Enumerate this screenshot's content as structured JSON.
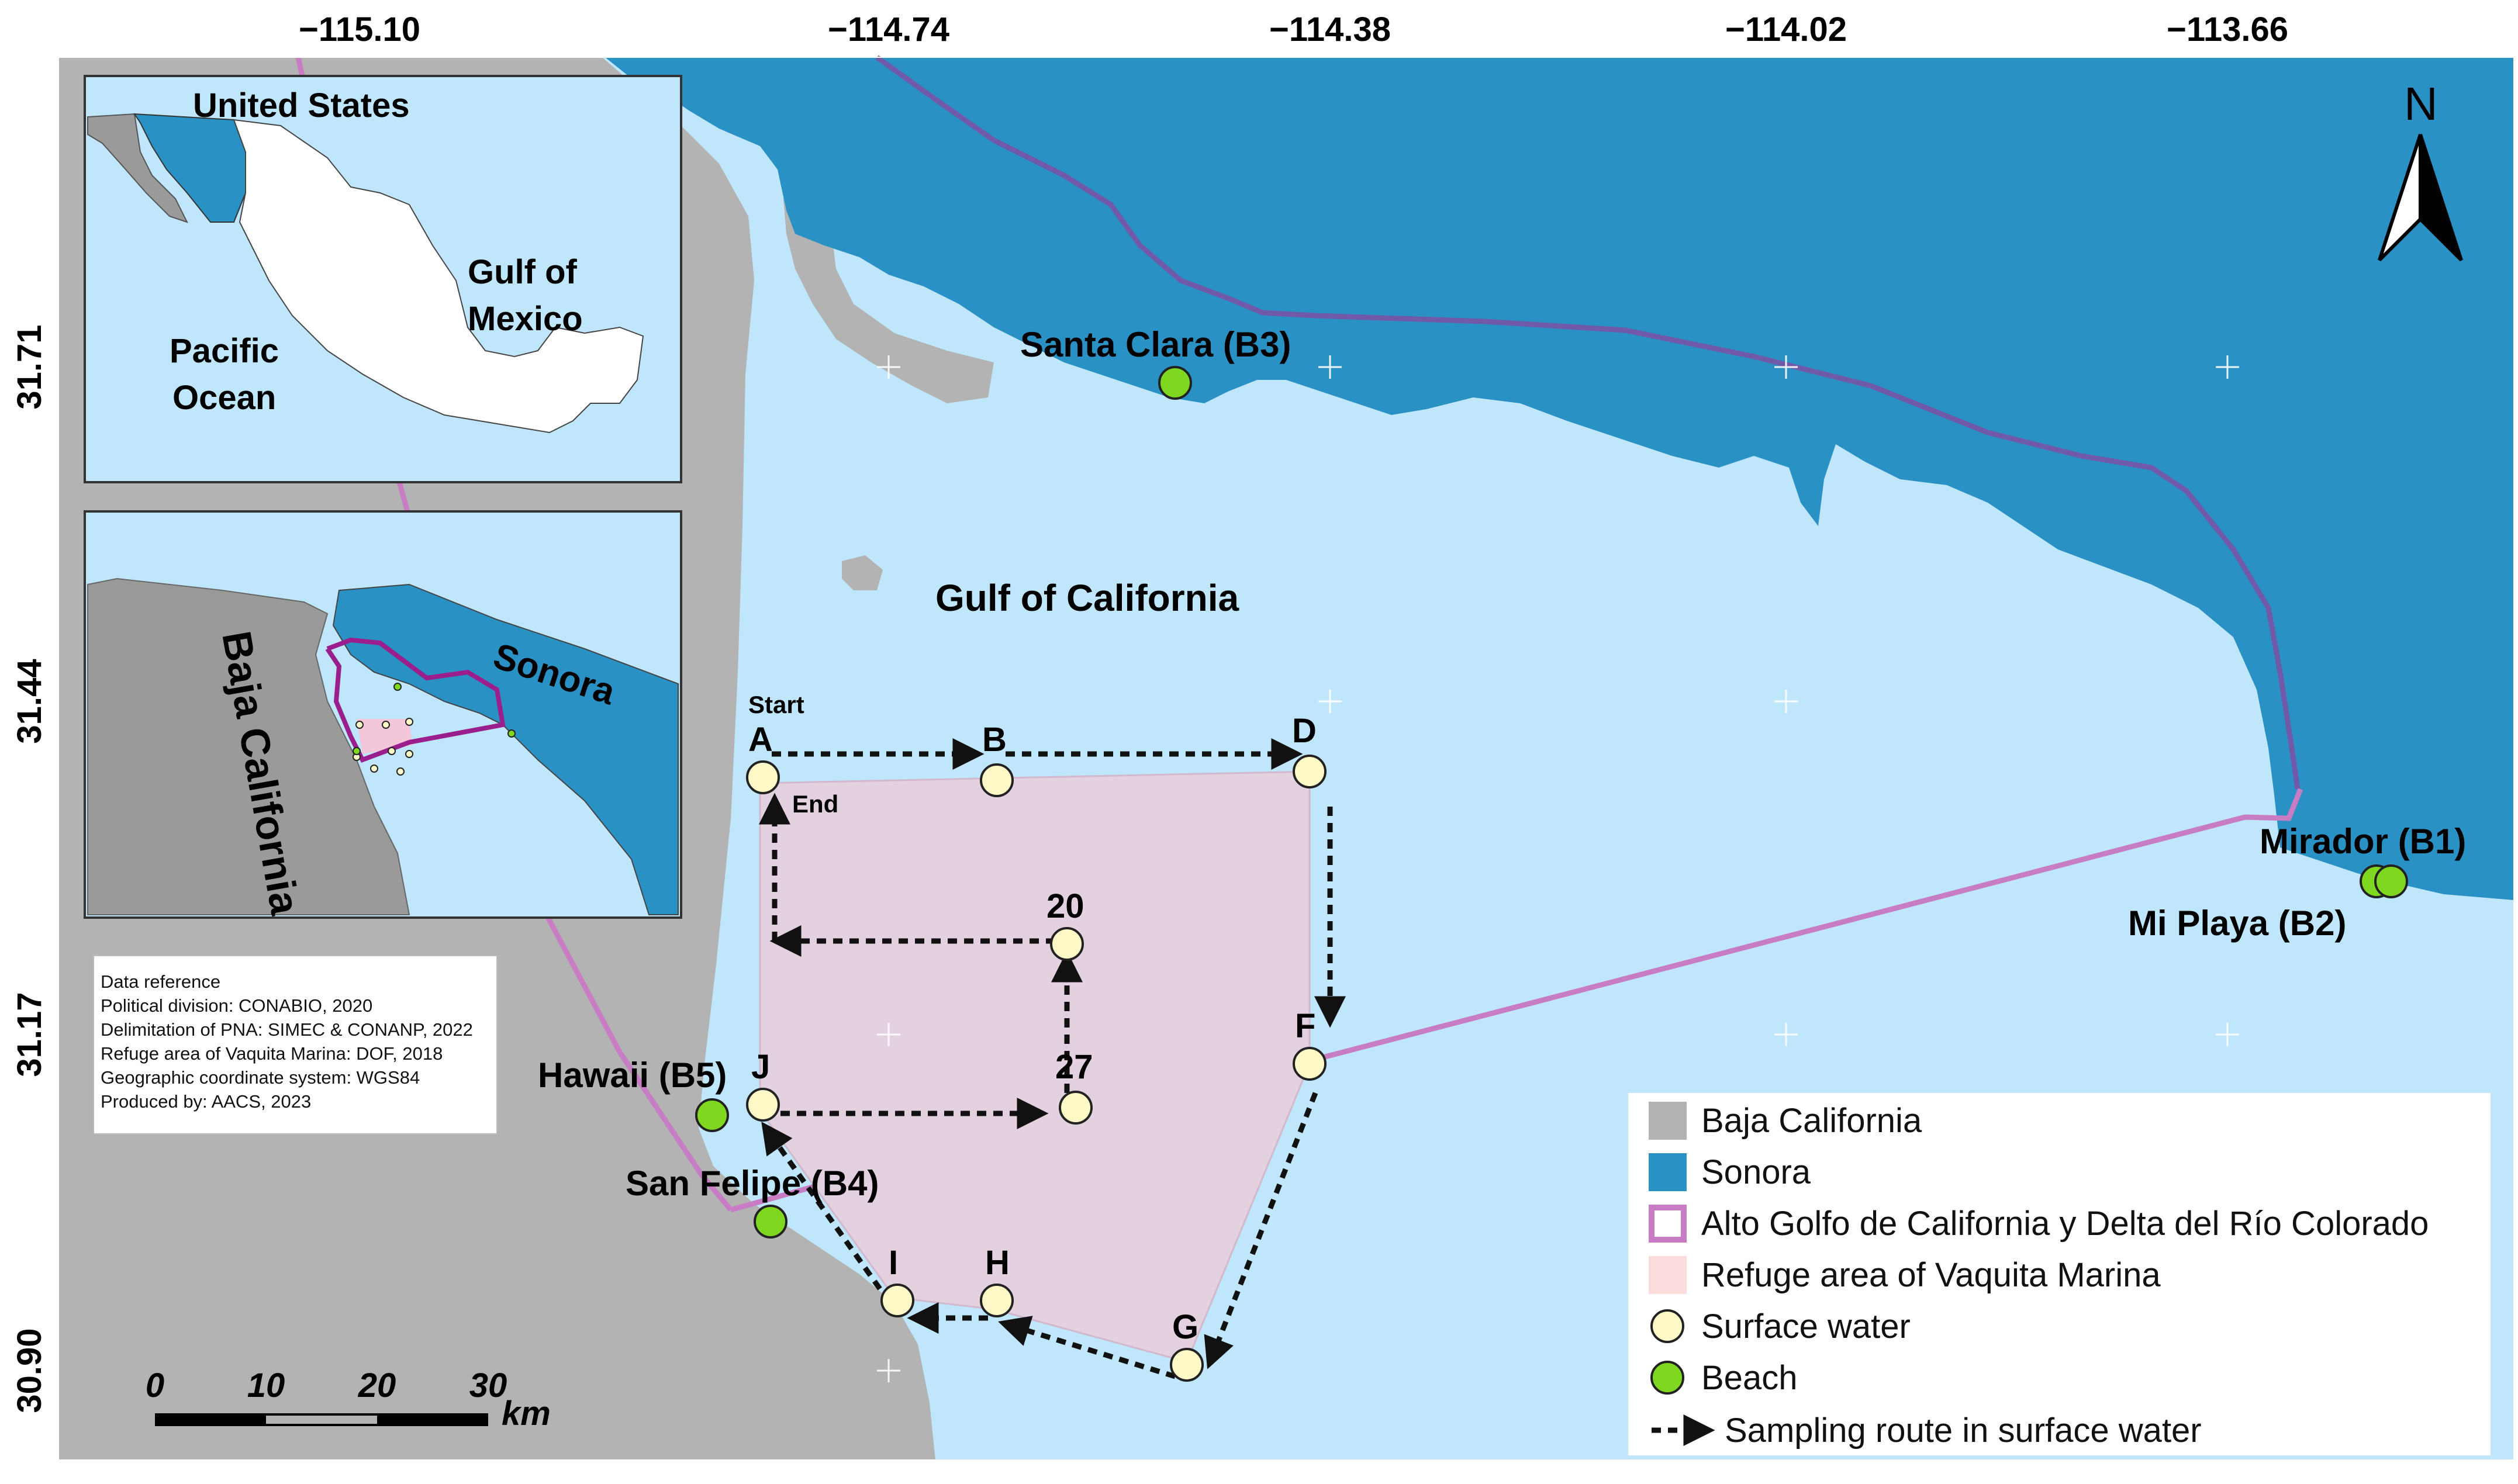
{
  "map": {
    "colors": {
      "sea": "#bfe6fa",
      "baja_california": "#b3b3b3",
      "sonora": "#2a91c5",
      "reserve_boundary": "#c87cc4",
      "refuge": "#e3d1df",
      "surface_water": "#fff9c8",
      "beach": "#7fd81f",
      "route": "#111111"
    },
    "longitude_labels": [
      "−115.10",
      "−114.74",
      "−114.38",
      "−114.02",
      "−113.66"
    ],
    "latitude_labels": [
      "31.71",
      "31.44",
      "31.17",
      "30.90"
    ],
    "north_label": "N",
    "sea_label": "Gulf of California",
    "start_label": "Start",
    "end_label": "End",
    "surface_sites": [
      "A",
      "B",
      "D",
      "20",
      "F",
      "J",
      "27",
      "I",
      "H",
      "G"
    ],
    "beach_sites": {
      "santa_clara": "Santa Clara (B3)",
      "mirador": "Mirador (B1)",
      "mi_playa": "Mi Playa (B2)",
      "hawaii": "Hawaii (B5)",
      "san_felipe": "San Felipe (B4)"
    }
  },
  "inset_country": {
    "labels": {
      "united_states": "United States",
      "gulf_of_mexico_line1": "Gulf of",
      "gulf_of_mexico_line2": "Mexico",
      "pacific_line1": "Pacific",
      "pacific_line2": "Ocean"
    }
  },
  "inset_region": {
    "labels": {
      "baja_california": "Baja California",
      "sonora": "Sonora"
    }
  },
  "data_reference": {
    "lines": [
      "Data reference",
      "Political division: CONABIO, 2020",
      "Delimitation of PNA: SIMEC & CONANP, 2022",
      "Refuge area of Vaquita Marina: DOF, 2018",
      "Geographic coordinate system: WGS84",
      "Produced by: AACS, 2023"
    ]
  },
  "scale_bar": {
    "ticks": [
      "0",
      "10",
      "20",
      "30"
    ],
    "unit": "km"
  },
  "legend": {
    "items": [
      {
        "label": "Baja California",
        "symbol": "box",
        "color": "#b3b3b3"
      },
      {
        "label": "Sonora",
        "symbol": "box",
        "color": "#2a91c5"
      },
      {
        "label": "Alto Golfo de California y Delta del Río Colorado",
        "symbol": "outline",
        "color": "#c87cc4"
      },
      {
        "label": "Refuge area of Vaquita Marina",
        "symbol": "box",
        "color": "#fadcdc"
      },
      {
        "label": "Surface water",
        "symbol": "circle",
        "color": "#fff9c8"
      },
      {
        "label": "Beach",
        "symbol": "circle",
        "color": "#7fd81f"
      },
      {
        "label": "Sampling route in surface water",
        "symbol": "arrow",
        "color": "#111111"
      }
    ]
  }
}
